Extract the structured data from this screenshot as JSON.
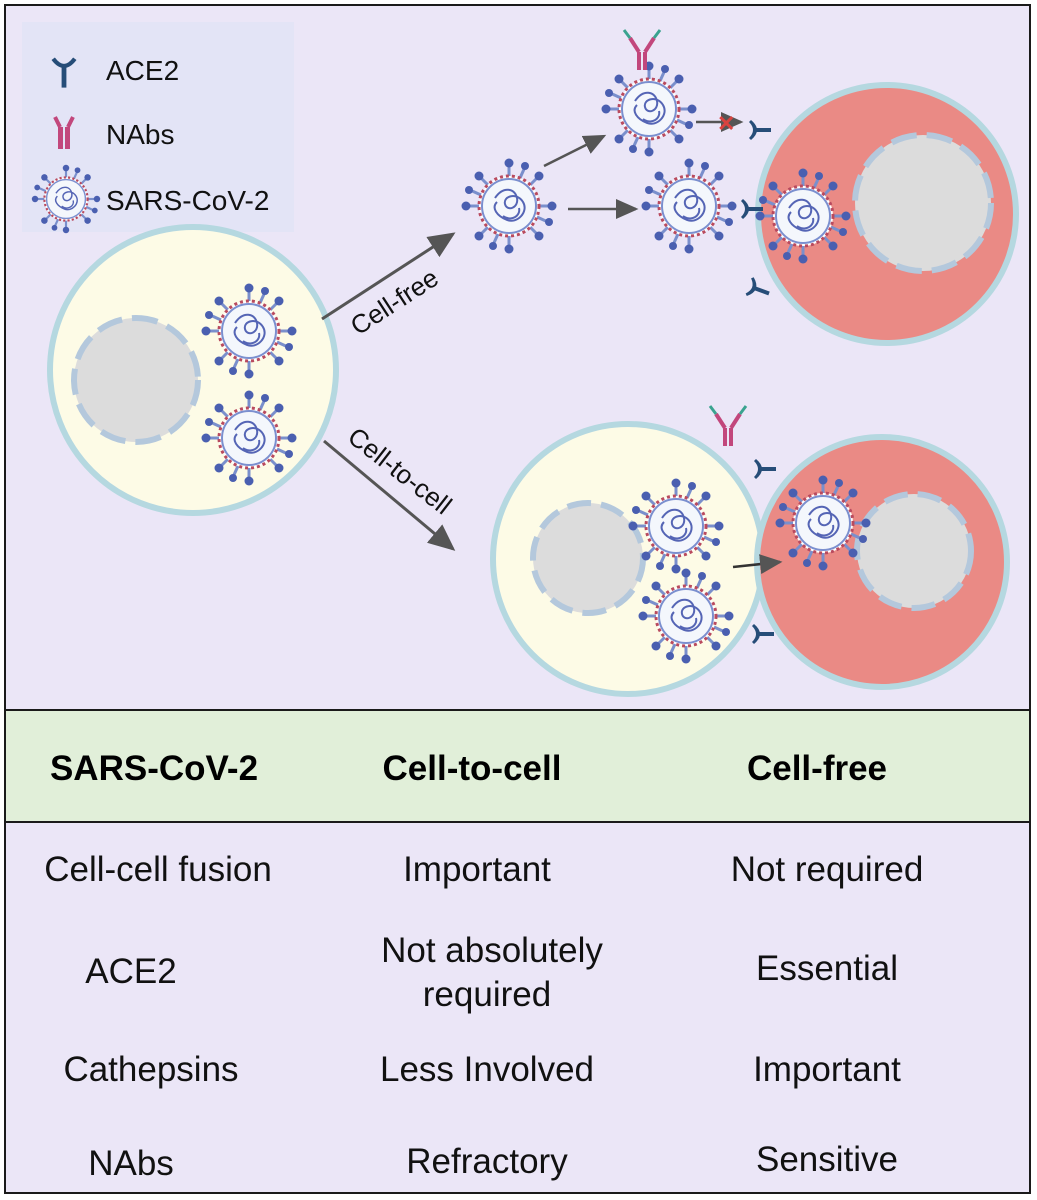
{
  "legend": {
    "items": [
      {
        "icon": "ace2-receptor-icon",
        "label": "ACE2"
      },
      {
        "icon": "nab-antibody-icon",
        "label": "NAbs"
      },
      {
        "icon": "sars-cov-2-virion-icon",
        "label": "SARS-CoV-2"
      }
    ]
  },
  "diagram": {
    "path_top_label": "Cell-free",
    "path_bottom_label": "Cell-to-cell"
  },
  "table": {
    "headers": [
      "SARS-CoV-2",
      "Cell-to-cell",
      "Cell-free"
    ],
    "rows": [
      {
        "feature": "Cell-cell fusion",
        "cell_to_cell": "Important",
        "cell_free": "Not required"
      },
      {
        "feature": "ACE2",
        "cell_to_cell_line1": "Not absolutely",
        "cell_to_cell_line2": "required",
        "cell_free": "Essential"
      },
      {
        "feature": "Cathepsins",
        "cell_to_cell": "Less Involved",
        "cell_free": "Important"
      },
      {
        "feature": "NAbs",
        "cell_to_cell": "Refractory",
        "cell_free": "Sensitive"
      }
    ]
  },
  "colors": {
    "background": "#ebe6f7",
    "header_band": "#e1efd9",
    "donor_cell": "#fdfbe6",
    "target_cell": "#ea8a85",
    "membrane": "#b5d8e0",
    "virus_spike": "#5566b8",
    "antibody": "#c2477c",
    "ace2": "#264d78"
  }
}
